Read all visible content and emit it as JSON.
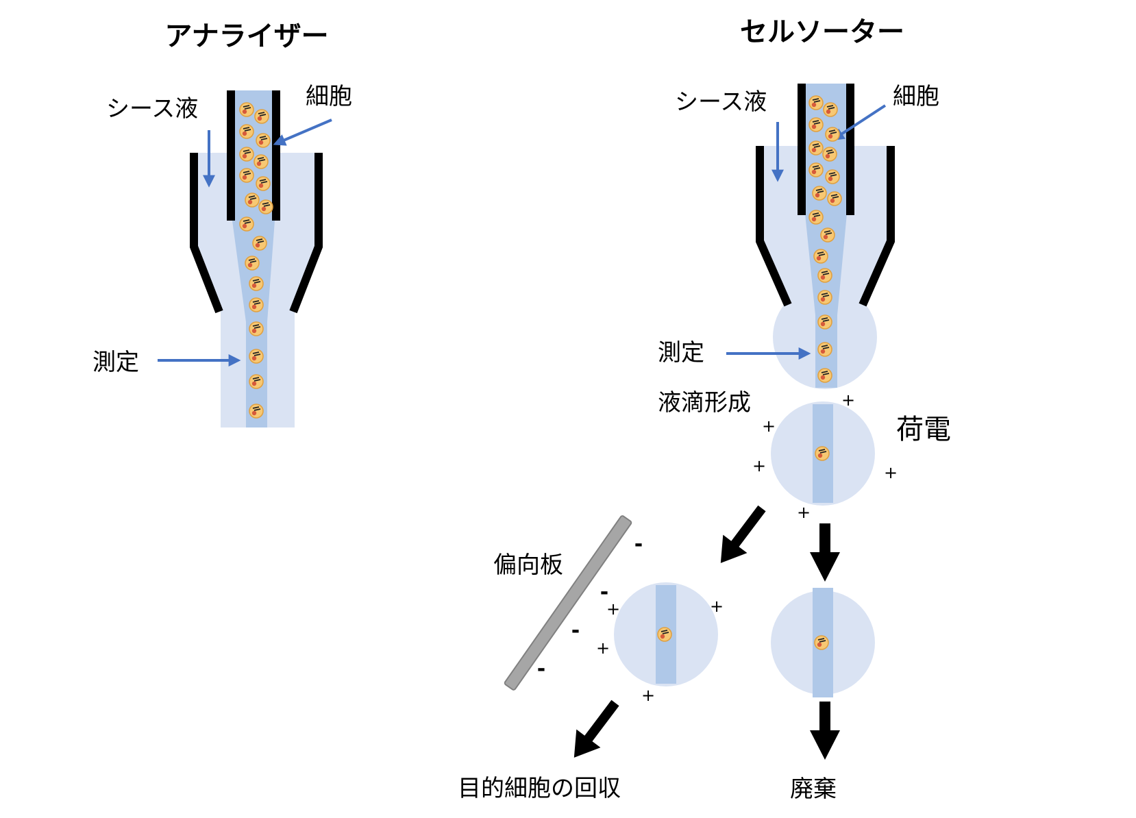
{
  "analyzer": {
    "title": "アナライザー",
    "sheath_label": "シース液",
    "cell_label": "細胞",
    "measure_label": "測定"
  },
  "sorter": {
    "title": "セルソーター",
    "sheath_label": "シース液",
    "cell_label": "細胞",
    "measure_label": "測定",
    "droplet_label": "液滴形成",
    "charge_label": "荷電",
    "deflector_label": "偏向板",
    "collect_label": "目的細胞の回収",
    "waste_label": "廃棄",
    "plus_sign": "+",
    "minus_sign": "-"
  },
  "colors": {
    "sheath_fluid": "#dae3f3",
    "sample_stream": "#afc8e8",
    "nozzle_wall": "#000000",
    "arrow_blue": "#4472c4",
    "cell_fill": "#f7c873",
    "cell_outline": "#e0a040",
    "cell_nucleus": "#d65a3a",
    "deflector_plate": "#a6a6a6"
  },
  "icons": {
    "cell": "cell-icon",
    "flow_arrow": "blue-arrow-icon",
    "path_arrow": "black-arrow-icon"
  }
}
